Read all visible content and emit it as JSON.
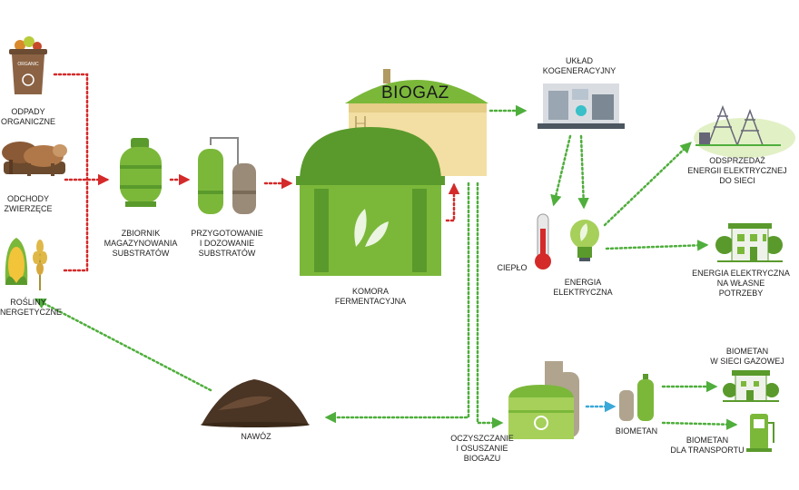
{
  "labels": {
    "odpady": "ODPADY\nORGANICZNE",
    "odchody": "ODCHODY\nZWIERZĘCE",
    "rosliny": "ROŚLINY\nENERGETYCZNE",
    "zbiornik": "ZBIORNIK\nMAGAZYNOWANIA\nSUBSTRATÓW",
    "przygotowanie": "PRZYGOTOWANIE\nI DOZOWANIE\nSUBSTRATÓW",
    "komora": "KOMORA\nFERMENTACYJNA",
    "biogaz": "BIOGAZ",
    "uklad": "UKŁAD\nKOGENERACYJNY",
    "odsprzedaz": "ODSPRZEDAŻ\nENERGII ELEKTRYCZNEJ\nDO SIECI",
    "cieplo": "CIEPŁO",
    "energia": "ENERGIA\nELEKTRYCZNA",
    "energia_wlasne": "ENERGIA ELEKTRYCZNA\nNA WŁASNE\nPOTRZEBY",
    "nawoz": "NAWÓZ",
    "oczyszczanie": "OCZYSZCZANIE\nI OSUSZANIE\nBIOGAZU",
    "biometan": "BIOMETAN",
    "biometan_sieci": "BIOMETAN\nW SIECI GAZOWEJ",
    "biometan_transport": "BIOMETAN\nDLA TRANSPORTU",
    "bin_text": "ORGANIC"
  },
  "colors": {
    "green_dark": "#5a9a2c",
    "green": "#7bb83a",
    "green_light": "#a6d05a",
    "arrow_green": "#4fae3c",
    "arrow_red": "#d42a2a",
    "arrow_blue": "#3aa8d8",
    "beige": "#f3dfa3",
    "brown": "#7a5636"
  }
}
